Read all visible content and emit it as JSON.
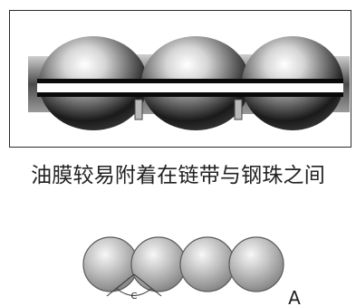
{
  "diagram": {
    "caption": "油膜较易附着在链带与钢珠之间",
    "angle_label": "C",
    "point_label": "A",
    "colors": {
      "frame_border": "#2b2b2b",
      "ball_fill": "#b5b5b5",
      "ball_outline": "#5a5a5a",
      "band": "#0a0a0a",
      "text": "#222222"
    }
  }
}
